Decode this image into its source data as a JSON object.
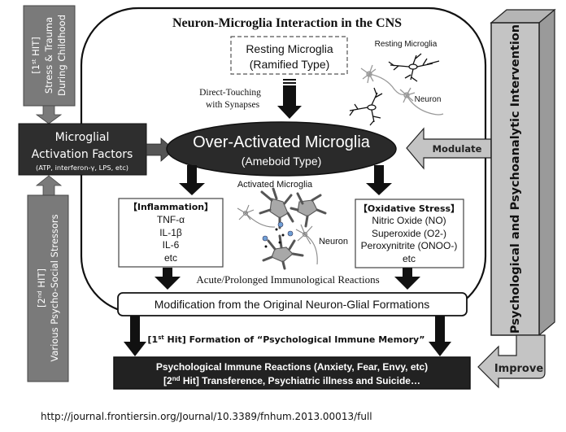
{
  "title": "Neuron-Microglia Interaction in the CNS",
  "first_hit_box": {
    "line1": "[1st HIT]",
    "line1_pre": "[1",
    "line1_sup": "st",
    "line1_post": " HIT]",
    "line2": "Stress & Trauma",
    "line3": "During Childhood"
  },
  "second_hit_box": {
    "line1_pre": "[2",
    "line1_sup": "nd",
    "line1_post": " HIT]",
    "line2": "Various Psycho-Social Stressors"
  },
  "activation_factors": {
    "line1": "Microglial",
    "line2": "Activation Factors",
    "line3": "(ATP, interferon-γ, LPS, etc)"
  },
  "resting_microglia_box": {
    "line1": "Resting Microglia",
    "line2": "(Ramified Type)"
  },
  "resting_illustration": {
    "label_microglia": "Resting Microglia",
    "label_neuron": "Neuron"
  },
  "direct_touching": {
    "line1": "Direct-Touching",
    "line2": "with Synapses"
  },
  "over_activated": {
    "line1": "Over-Activated Microglia",
    "line2": "(Ameboid Type)"
  },
  "modulate_label": "Modulate",
  "inflammation": {
    "heading": "【Inflammation】",
    "items": [
      "TNF-α",
      "IL-1β",
      "IL-6",
      "etc"
    ]
  },
  "activated_illustration": {
    "label_microglia": "Activated Microglia",
    "label_neuron": "Neuron"
  },
  "oxidative_stress": {
    "heading": "【Oxidative Stress】",
    "items": [
      "Nitric Oxide (NO)",
      "Superoxide (O2-)",
      "Peroxynitrite (ONOO-)",
      "etc"
    ]
  },
  "acute_reactions": "Acute/Prolonged Immunological Reactions",
  "modification": "Modification from the Original Neuron-Glial Formations",
  "first_hit_memory": {
    "pre": "[1",
    "sup": "st",
    "post": " Hit] Formation of “Psychological Immune Memory”"
  },
  "final_box": {
    "line1": "Psychological Immune Reactions (Anxiety, Fear, Envy, etc)",
    "line2_pre": "[2",
    "line2_sup": "nd",
    "line2_post": " Hit]  Transference, Psychiatric illness and Suicide…"
  },
  "intervention_label": "Psychological and Psychoanalytic Intervention",
  "improve_label": "Improve",
  "source_url": "http://journal.frontiersin.org/Journal/10.3389/fnhum.2013.00013/full",
  "colors": {
    "dark_box": "#2e2e2e",
    "gray_box": "#7a7a7a",
    "light_gray": "#c4c4c4",
    "column_side": "#9a9a9a",
    "cell_gray": "#a8a8a8",
    "blue_dot": "#6f9fd6"
  }
}
